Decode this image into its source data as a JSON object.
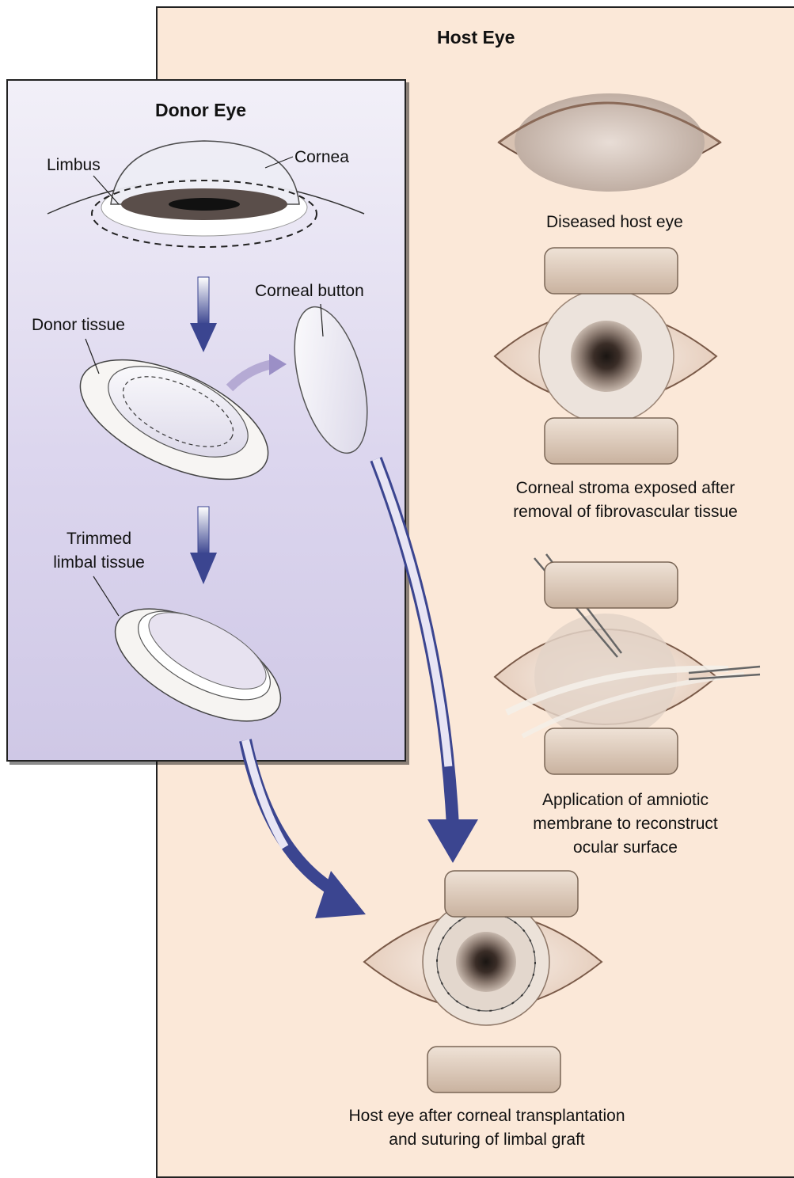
{
  "host": {
    "title": "Host Eye",
    "captions": {
      "diseased": "Diseased host eye",
      "stroma_1": "Corneal stroma exposed after",
      "stroma_2": "removal of fibrovascular tissue",
      "amnio_1": "Application of  amniotic",
      "amnio_2": "membrane to reconstruct",
      "amnio_3": "ocular surface",
      "final_1": "Host eye after corneal transplantation",
      "final_2": "and suturing of limbal graft"
    }
  },
  "donor": {
    "title": "Donor Eye",
    "labels": {
      "limbus": "Limbus",
      "cornea": "Cornea",
      "corneal_button": "Corneal button",
      "donor_tissue": "Donor tissue",
      "trimmed_1": "Trimmed",
      "trimmed_2": "limbal tissue"
    }
  },
  "colors": {
    "host_bg": "#fbe8d8",
    "donor_bg": "#dcd6ee",
    "arrow": "#3b4590",
    "skin": "#c89a7e"
  }
}
